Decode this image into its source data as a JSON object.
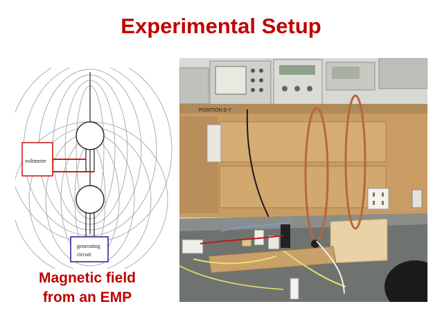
{
  "slide": {
    "title": "Experimental Setup",
    "caption": {
      "line1": "Magnetic field",
      "line2": "from an EMP"
    },
    "diagram": {
      "voltmeter_label": "voltmeter",
      "generating_label_line1": "generating",
      "generating_label_line2": "circuit"
    },
    "photo": {
      "bench_sign": "POSITION D-7"
    }
  },
  "colors": {
    "title": "#c00000",
    "caption": "#c00000",
    "voltmeter_wire": "#c00000",
    "generator_box": "#2a2a9a",
    "copper_loop": "#b5673a"
  },
  "icons": [
    "field-lines-diagram",
    "lab-photo"
  ]
}
